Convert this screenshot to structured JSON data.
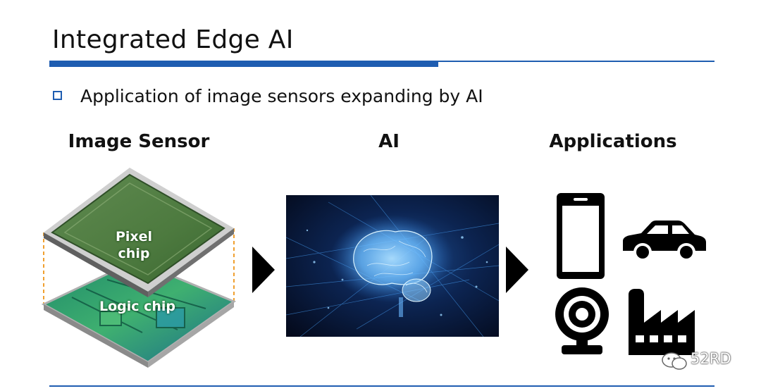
{
  "slide": {
    "title": "Integrated Edge AI",
    "bullet": "Application of image sensors expanding by AI"
  },
  "columns": {
    "image_sensor": {
      "heading": "Image Sensor",
      "pixel_chip_line1": "Pixel",
      "pixel_chip_line2": "chip",
      "logic_chip": "Logic chip"
    },
    "ai": {
      "heading": "AI"
    },
    "applications": {
      "heading": "Applications",
      "icons": [
        "smartphone-icon",
        "car-icon",
        "webcam-icon",
        "factory-icon"
      ]
    }
  },
  "watermark": {
    "text": "52RD"
  },
  "colors": {
    "accent": "#1f5db1",
    "text": "#111111",
    "icon": "#000000",
    "guide": "#f0a030"
  }
}
